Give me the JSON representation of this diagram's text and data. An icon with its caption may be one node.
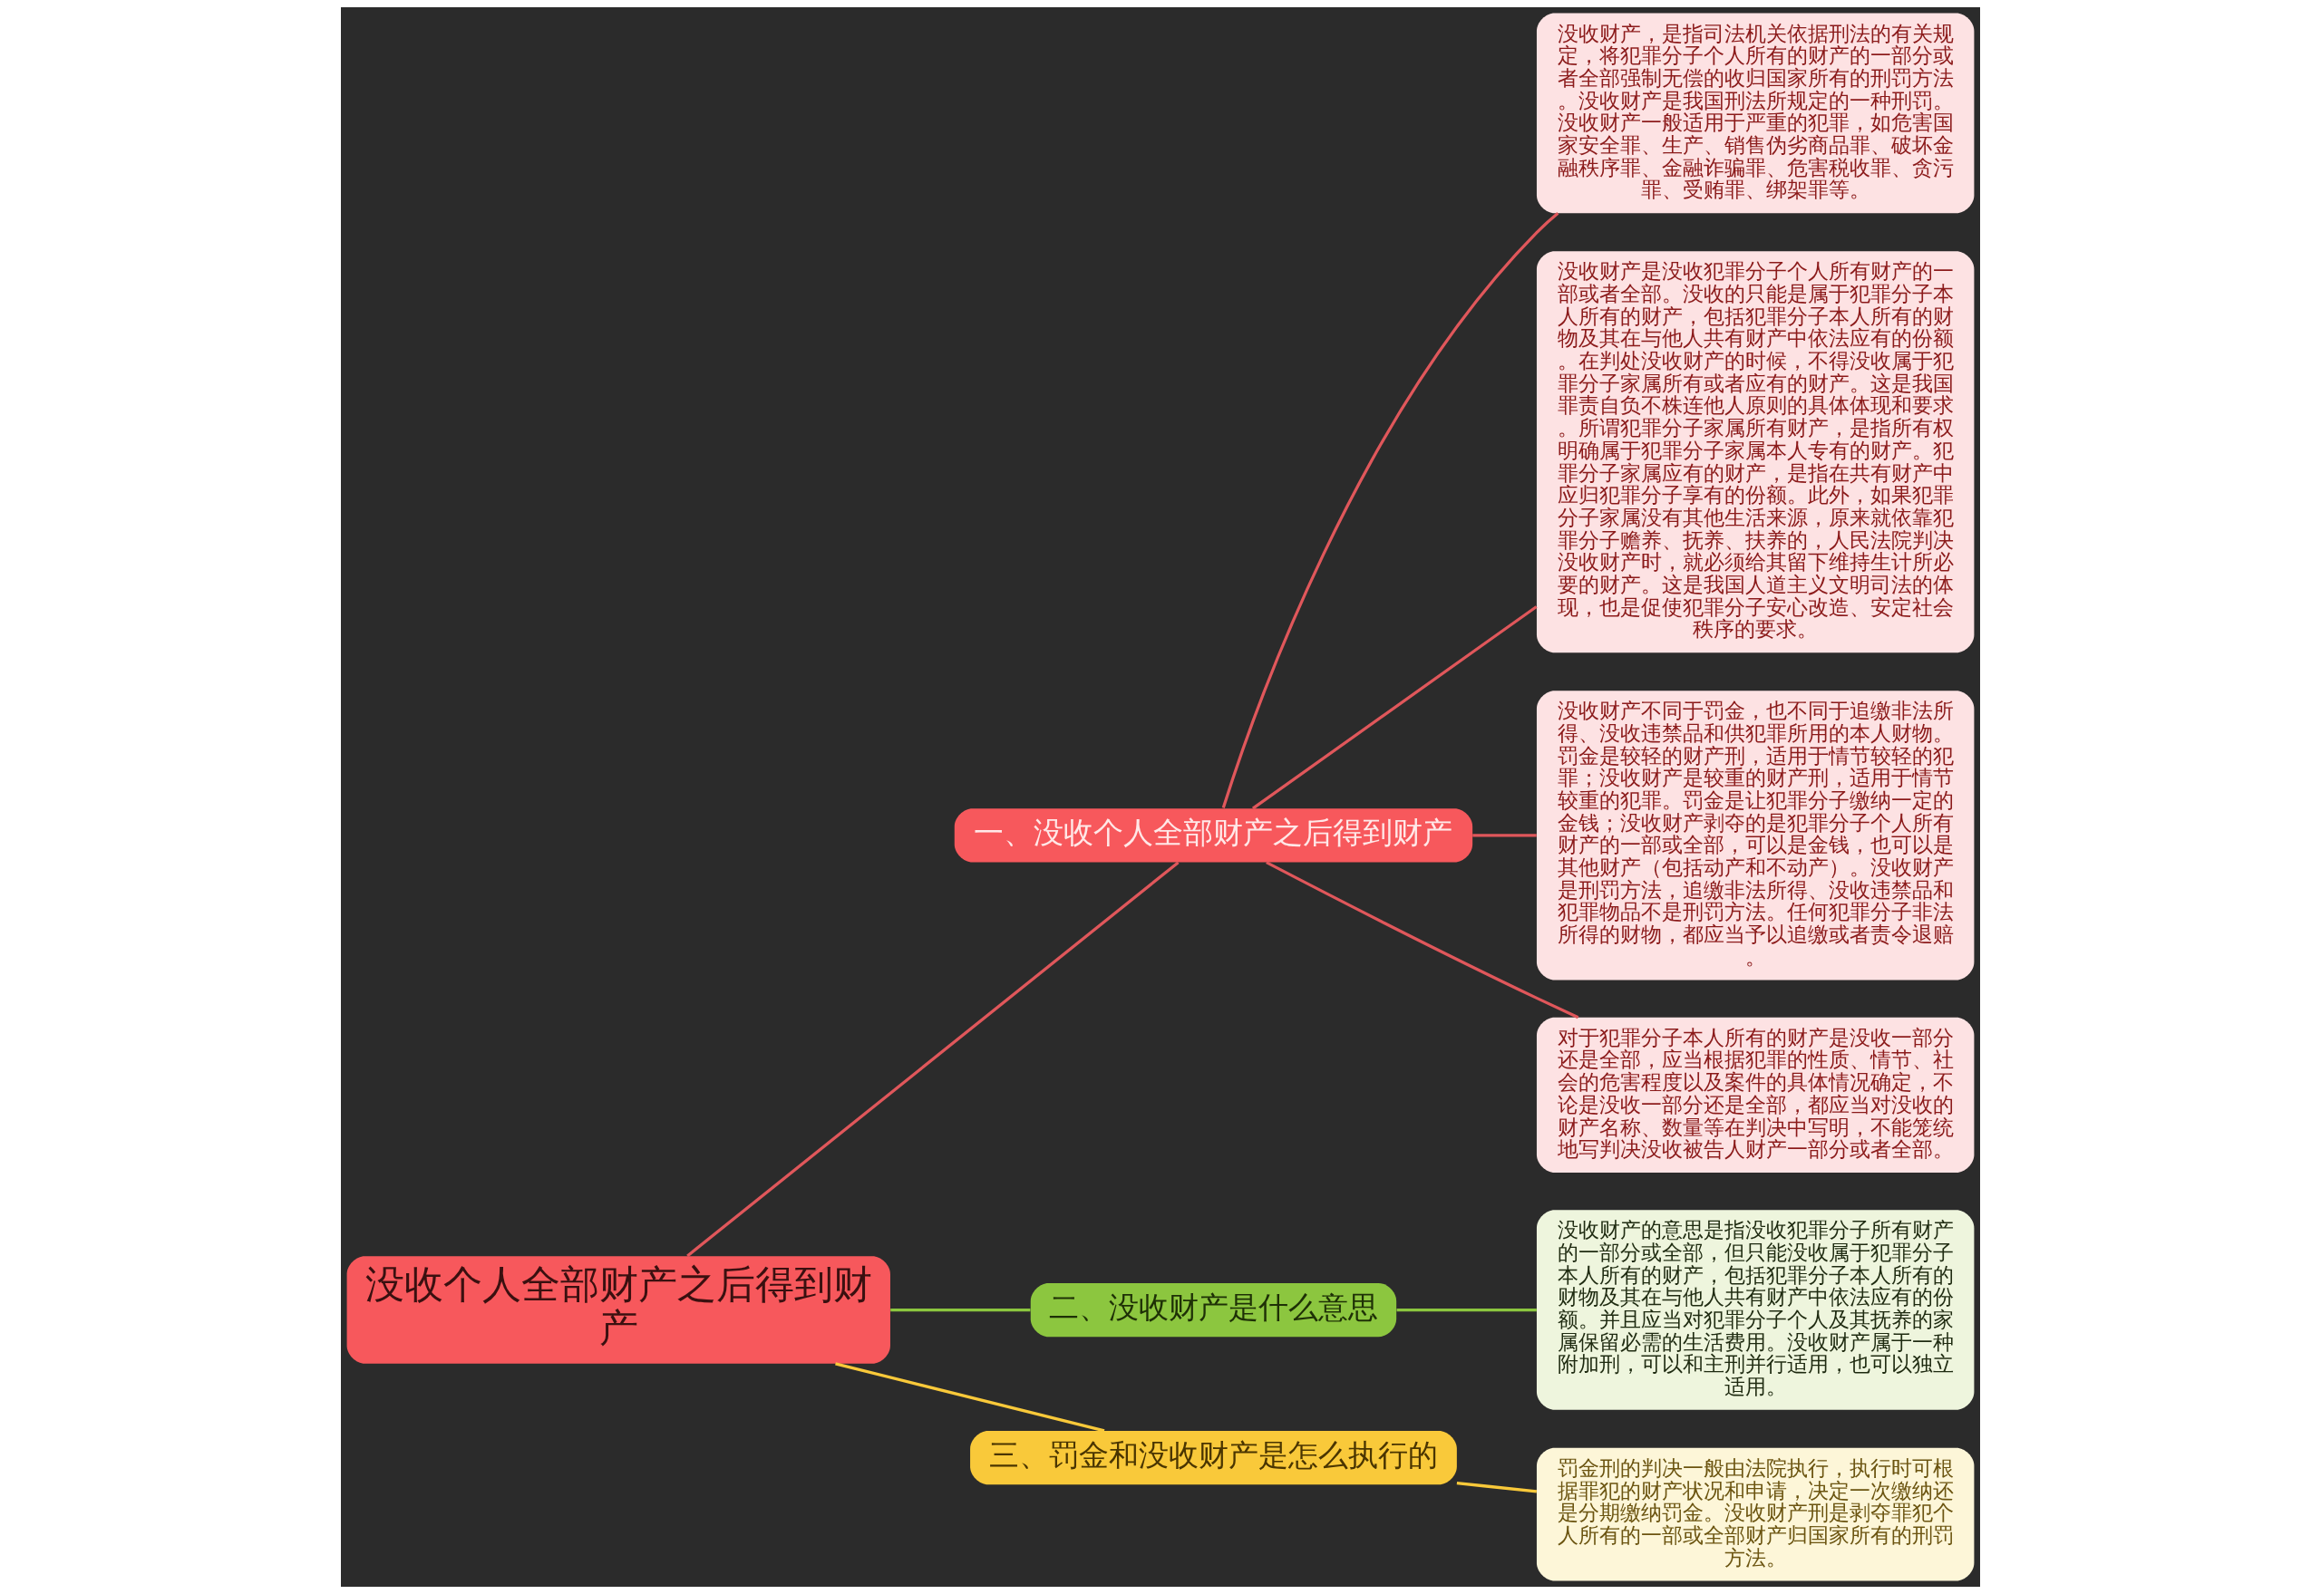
{
  "diagram": {
    "nodes": [
      {
        "text": [
          "没收个人全部财产之后得到财产"
        ]
      },
      {
        "text": [
          "一、没收个人全部财产之后得到财产"
        ]
      },
      {
        "text": [
          "没收财产，是指司法机关依据刑法的有关规定，将犯罪分子个人所有的财产的一部分或者全部强制无偿的收归国家所有的刑罚方法。没收财产是我国刑法所规定的一种刑罚。没收财产一般适用于严重的犯罪，如危害国家安全罪、生产、销售伪劣商品罪、破坏金融秩序罪、金融诈骗罪、危害税收罪、贪污罪、受贿罪、绑架罪等。"
        ]
      },
      {
        "text": [
          "没收财产是没收犯罪分子个人所有财产的一部或者全部。没收的只能是属于犯罪分子本人所有的财产，包括犯罪分子本人所有的财物及其在与他人共有财产中依法应有的份额。在判处没收财产的时候，不得没收属于犯罪分子家属所有或者应有的财产。这是我国罪责自负不株连他人原则的具体体现和要求。所谓犯罪分子家属所有财产，是指所有权明确属于犯罪分子家属本人专有的财产。犯罪分子家属应有的财产，是指在共有财产中应归犯罪分子享有的份额。此外，如果犯罪分子家属没有其他生活来源，原来就依靠犯罪分子赡养、抚养、扶养的，人民法院判决没收财产时，就必须给其留下维持生计所必要的财产。这是我国人道主义文明司法的体现，也是促使犯罪分子安心改造、安定社会秩序的要求。"
        ]
      },
      {
        "text": [
          "没收财产不同于罚金，也不同于追缴非法所得、没收违禁品和供犯罪所用的本人财物。罚金是较轻的财产刑，适用于情节较轻的犯罪；没收财产是较重的财产刑，适用于情节较重的犯罪。罚金是让犯罪分子缴纳一定的金钱；没收财产剥夺的是犯罪分子个人所有财产的一部或全部，可以是金钱，也可以是其他财产（包括动产和不动产）。没收财产是刑罚方法，追缴非法所得、没收违禁品和犯罪物品不是刑罚方法。任何犯罪分子非法所得的财物，都应当予以追缴或者责令退赔。"
        ]
      },
      {
        "text": [
          "对于犯罪分子本人所有的财产是没收一部分还是全部，应当根据犯罪的性质、情节、社会的危害程度以及案件的具体情况确定，不论是没收一部分还是全部，都应当对没收的财产名称、数量等在判决中写明，不能笼统地写判决没收被告人财产一部分或者全部。"
        ]
      },
      {
        "text": [
          "二、没收财产是什么意思"
        ]
      },
      {
        "text": [
          "没收财产的意思是指没收犯罪分子所有财产的一部分或全部，但只能没收属于犯罪分子本人所有的财产，包括犯罪分子本人所有的财物及其在与他人共有财产中依法应有的份额。并且应当对犯罪分子个人及其抚养的家属保留必需的生活费用。没收财产属于一种附加刑，可以和主刑并行适用，也可以独立适用。"
        ]
      },
      {
        "text": [
          "三、罚金和没收财产是怎么执行的"
        ]
      },
      {
        "text": [
          "罚金刑的判决一般由法院执行，执行时可根据罪犯的财产状况和申请，决定一次缴纳还是分期缴纳罚金。没收财产刑是剥夺罪犯个人所有的一部或全部财产归国家所有的刑罚方法。"
        ]
      }
    ],
    "edges": [
      {
        "from": 0,
        "to": 1,
        "arrow": "none"
      },
      {
        "from": 1,
        "to": 2,
        "arrow": "none"
      },
      {
        "from": 1,
        "to": 3,
        "arrow": "none"
      },
      {
        "from": 1,
        "to": 4,
        "arrow": "none"
      },
      {
        "from": 1,
        "to": 5,
        "arrow": "none"
      },
      {
        "from": 0,
        "to": 6,
        "arrow": "none",
        "color": "#8cc63f"
      },
      {
        "from": 6,
        "to": 7,
        "arrow": "none",
        "color": "#8cc63f"
      },
      {
        "from": 0,
        "to": 8,
        "arrow": "none",
        "color": "#f9c93a"
      },
      {
        "from": 8,
        "to": 9,
        "arrow": "none",
        "color": "#f9c93a"
      }
    ]
  }
}
